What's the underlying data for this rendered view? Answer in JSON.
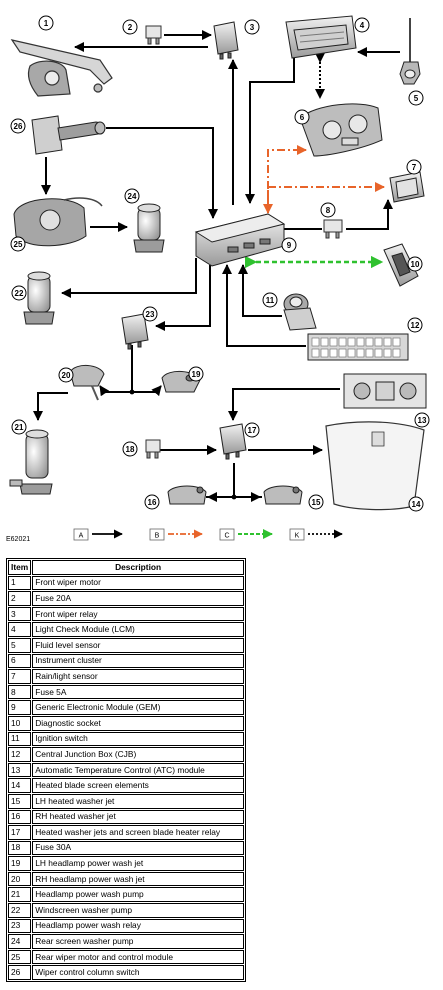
{
  "figure_id": "E62021",
  "legend": [
    {
      "key": "A",
      "style": "solid",
      "color": "#000000"
    },
    {
      "key": "B",
      "style": "dash-dot",
      "color": "#e8642a"
    },
    {
      "key": "C",
      "style": "dashed",
      "color": "#2fc12f"
    },
    {
      "key": "K",
      "style": "dotted",
      "color": "#000000"
    }
  ],
  "table": {
    "header_item": "Item",
    "header_description": "Description",
    "rows": [
      {
        "item": "1",
        "description": "Front wiper motor"
      },
      {
        "item": "2",
        "description": "Fuse 20A"
      },
      {
        "item": "3",
        "description": "Front wiper relay"
      },
      {
        "item": "4",
        "description": "Light Check Module (LCM)"
      },
      {
        "item": "5",
        "description": "Fluid level sensor"
      },
      {
        "item": "6",
        "description": "Instrument cluster"
      },
      {
        "item": "7",
        "description": "Rain/light sensor"
      },
      {
        "item": "8",
        "description": "Fuse 5A"
      },
      {
        "item": "9",
        "description": "Generic Electronic Module (GEM)"
      },
      {
        "item": "10",
        "description": "Diagnostic socket"
      },
      {
        "item": "11",
        "description": "Ignition switch"
      },
      {
        "item": "12",
        "description": "Central Junction Box (CJB)"
      },
      {
        "item": "13",
        "description": "Automatic Temperature Control (ATC) module"
      },
      {
        "item": "14",
        "description": "Heated blade screen elements"
      },
      {
        "item": "15",
        "description": "LH heated washer jet"
      },
      {
        "item": "16",
        "description": "RH heated washer jet"
      },
      {
        "item": "17",
        "description": "Heated washer jets and screen blade heater relay"
      },
      {
        "item": "18",
        "description": "Fuse 30A"
      },
      {
        "item": "19",
        "description": "LH headlamp power wash jet"
      },
      {
        "item": "20",
        "description": "RH headlamp power wash jet"
      },
      {
        "item": "21",
        "description": "Headlamp power wash pump"
      },
      {
        "item": "22",
        "description": "Windscreen washer pump"
      },
      {
        "item": "23",
        "description": "Headlamp power wash relay"
      },
      {
        "item": "24",
        "description": "Rear screen washer pump"
      },
      {
        "item": "25",
        "description": "Rear wiper motor and control module"
      },
      {
        "item": "26",
        "description": "Wiper control column switch"
      }
    ]
  }
}
